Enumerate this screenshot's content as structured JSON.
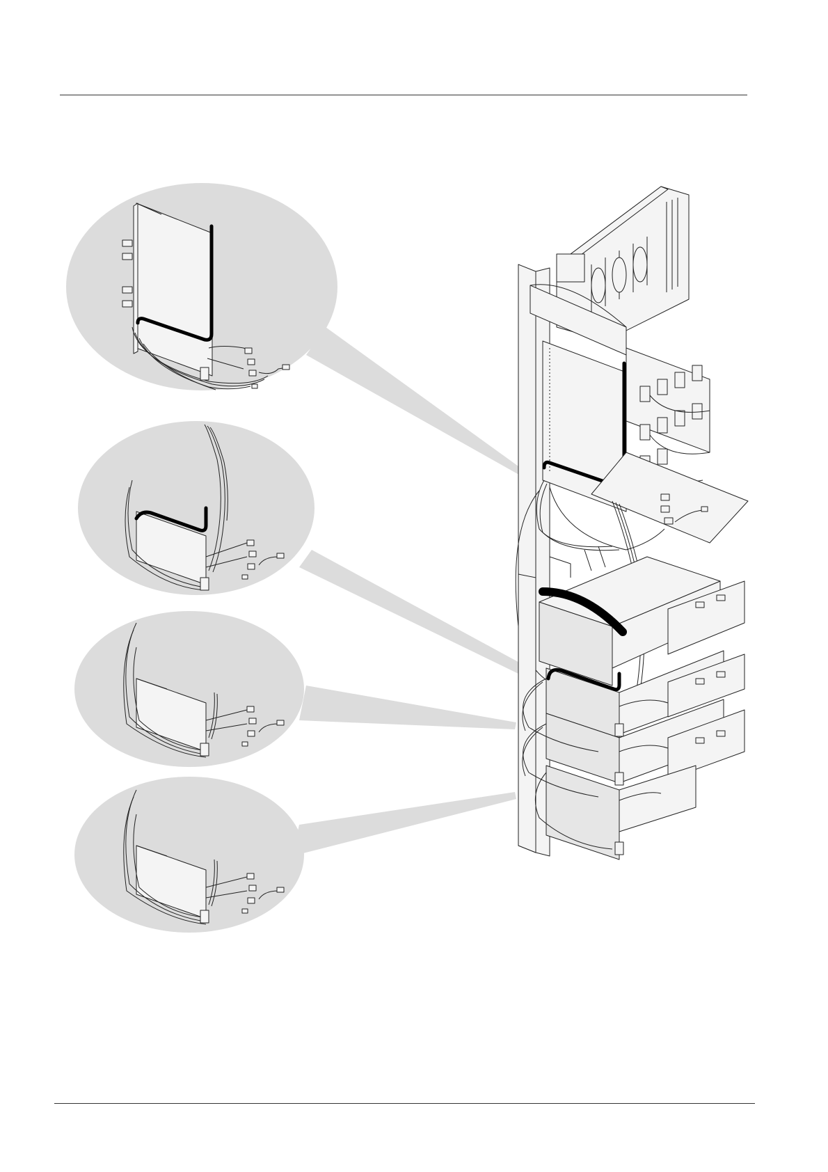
{
  "page": {
    "background": "#ffffff",
    "rule_color": "#333333"
  },
  "figure": {
    "callout_fill": "#dcdcdc",
    "panel_fill": "#f4f4f4",
    "module_fill": "#e6e6e6",
    "line_color": "#222222",
    "cable_highlight_color": "#000000",
    "callouts": [
      {
        "name": "callout-top-module",
        "icon": "circuit-board-detail"
      },
      {
        "name": "callout-first-battery-module",
        "icon": "circuit-board-detail"
      },
      {
        "name": "callout-second-battery-module",
        "icon": "circuit-board-detail"
      },
      {
        "name": "callout-third-battery-module",
        "icon": "circuit-board-detail"
      }
    ]
  }
}
